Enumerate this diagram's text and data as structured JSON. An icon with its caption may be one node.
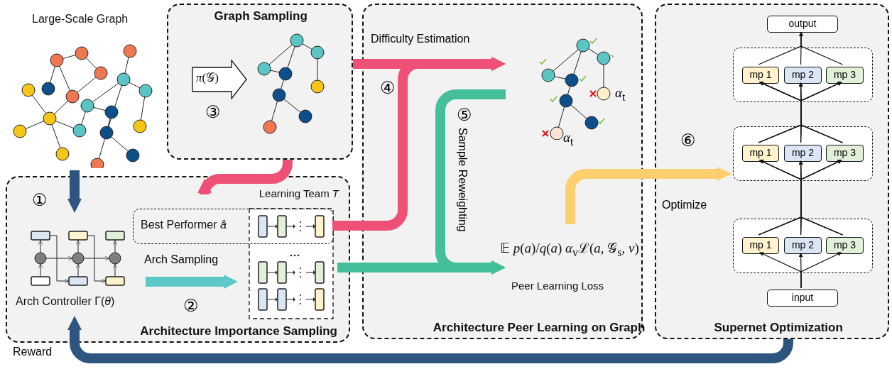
{
  "diagram": {
    "nodes": [
      {
        "text": [
          "Large-Scale Graph"
        ]
      },
      {
        "text": [
          "Graph Sampling"
        ]
      },
      {
        "text": [
          "*π*(𝒢)"
        ],
        "in": 1
      },
      {
        "text": [
          "Architecture Importance Sampling"
        ]
      },
      {
        "text": [
          "Arch Controller Γ(*θ*)"
        ],
        "in": 3
      },
      {
        "text": [
          "Learning Team *T*"
        ],
        "in": 3
      },
      {
        "text": [
          "Best Performer *â*"
        ],
        "in": 3
      },
      {
        "text": [
          "Architecture Peer Learning on Graph"
        ]
      },
      {
        "text": [],
        "shape": "picture",
        "in": 7
      },
      {
        "text": [
          "𝔼 *p*(*a*)/*q*(*a*) *α*$_{v}$ℒ(*a*, 𝒢$_{s}$, *v*)",
          "Peer Learning Loss"
        ],
        "in": 7
      },
      {
        "text": [
          "Supernet Optimization"
        ]
      },
      {
        "text": [
          "output"
        ],
        "in": 10
      },
      {
        "text": [],
        "shape": "box",
        "in": 10
      },
      {
        "text": [
          "mp 1"
        ],
        "in": 12
      },
      {
        "text": [
          "mp 2"
        ],
        "in": 12
      },
      {
        "text": [
          "mp 3"
        ],
        "in": 12
      },
      {
        "text": [],
        "shape": "box",
        "in": 10
      },
      {
        "text": [
          "mp 1"
        ],
        "in": 16
      },
      {
        "text": [
          "mp 2"
        ],
        "in": 16
      },
      {
        "text": [
          "mp 3"
        ],
        "in": 16
      },
      {
        "text": [],
        "shape": "box",
        "in": 10
      },
      {
        "text": [
          "mp 1"
        ],
        "in": 20
      },
      {
        "text": [
          "mp 2"
        ],
        "in": 20
      },
      {
        "text": [
          "mp 3"
        ],
        "in": 20
      },
      {
        "text": [
          "input"
        ],
        "in": 10
      }
    ],
    "edges": [
      {
        "from": 0,
        "to": 4,
        "arrow": "to",
        "style": "thick",
        "color": "#2d557f"
      },
      {
        "from": 1,
        "to": 6,
        "arrow": "to",
        "style": "thick",
        "color": "#ef5075"
      },
      {
        "from": 1,
        "to": 8,
        "arrow": "to",
        "style": "thick",
        "color": "#ef5075",
        "label": "Difficulty Estimation"
      },
      {
        "from": 6,
        "to": 8,
        "arrow": "to",
        "style": "thick",
        "color": "#ef5075"
      },
      {
        "from": 4,
        "to": 5,
        "arrow": "to",
        "style": "thick",
        "color": "#5ec8c8",
        "label": "Arch Sampling"
      },
      {
        "from": 5,
        "to": 9,
        "arrow": "to",
        "style": "thick",
        "color": "#44bf9c"
      },
      {
        "from": 8,
        "to": 9,
        "arrow": "to",
        "style": "thick",
        "color": "#44bf9c",
        "label": "Sample Reweighting"
      },
      {
        "from": 9,
        "to": 16,
        "arrow": "to",
        "style": "thick",
        "color": "#ffce6e",
        "label": "Optimize"
      },
      {
        "from": 10,
        "to": 4,
        "arrow": "to",
        "style": "thick",
        "color": "#2d557f",
        "label": "Reward"
      },
      {
        "from": 24,
        "to": 21,
        "arrow": "to"
      },
      {
        "from": 24,
        "to": 22,
        "arrow": "to"
      },
      {
        "from": 24,
        "to": 23,
        "arrow": "to"
      },
      {
        "from": 21,
        "to": 17,
        "arrow": "to"
      },
      {
        "from": 21,
        "to": 18,
        "arrow": "to"
      },
      {
        "from": 21,
        "to": 19,
        "arrow": "to"
      },
      {
        "from": 22,
        "to": 17,
        "arrow": "to"
      },
      {
        "from": 22,
        "to": 18,
        "arrow": "to"
      },
      {
        "from": 22,
        "to": 19,
        "arrow": "to"
      },
      {
        "from": 23,
        "to": 17,
        "arrow": "to"
      },
      {
        "from": 23,
        "to": 18,
        "arrow": "to"
      },
      {
        "from": 23,
        "to": 19,
        "arrow": "to"
      },
      {
        "from": 17,
        "to": 13,
        "arrow": "to"
      },
      {
        "from": 17,
        "to": 14,
        "arrow": "to"
      },
      {
        "from": 17,
        "to": 15,
        "arrow": "to"
      },
      {
        "from": 18,
        "to": 13,
        "arrow": "to"
      },
      {
        "from": 18,
        "to": 14,
        "arrow": "to"
      },
      {
        "from": 18,
        "to": 15,
        "arrow": "to"
      },
      {
        "from": 19,
        "to": 13,
        "arrow": "to"
      },
      {
        "from": 19,
        "to": 14,
        "arrow": "to"
      },
      {
        "from": 19,
        "to": 15,
        "arrow": "to"
      },
      {
        "from": 13,
        "to": 11,
        "arrow": "to"
      },
      {
        "from": 14,
        "to": 11,
        "arrow": "to"
      },
      {
        "from": 15,
        "to": 11,
        "arrow": "to"
      }
    ],
    "labels": [
      "①",
      "②",
      "③",
      "④",
      "⑤",
      "*α*$_{t}$",
      "*α*$_{t}$",
      "⑥"
    ]
  }
}
